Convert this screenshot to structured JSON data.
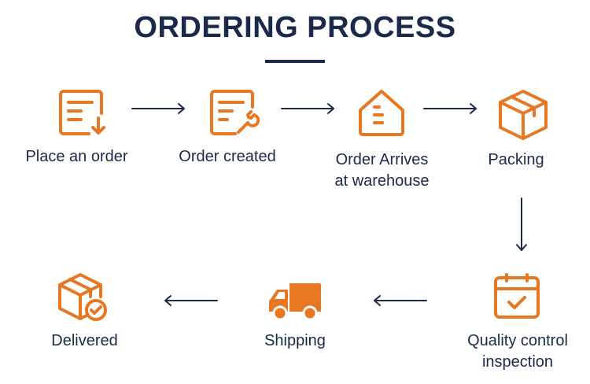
{
  "title": "ORDERING PROCESS",
  "colors": {
    "accent": "#e87722",
    "text": "#1b2a4a",
    "background": "#ffffff"
  },
  "steps": [
    {
      "label": "Place an order",
      "icon": "document-download-icon"
    },
    {
      "label": "Order created",
      "icon": "document-wrench-icon"
    },
    {
      "label": "Order Arrives\nat warehouse",
      "icon": "warehouse-icon"
    },
    {
      "label": "Packing",
      "icon": "package-box-icon"
    },
    {
      "label": "Quality control\ninspection",
      "icon": "calendar-check-icon"
    },
    {
      "label": "Shipping",
      "icon": "delivery-truck-icon"
    },
    {
      "label": "Delivered",
      "icon": "box-checkmark-icon"
    }
  ]
}
